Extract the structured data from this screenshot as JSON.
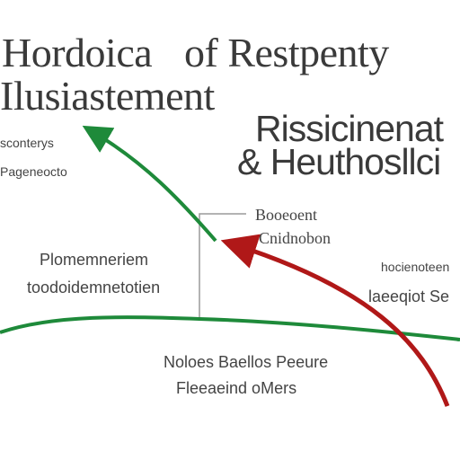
{
  "title": {
    "line1_left": "Hordoica",
    "line1_right": "of Restpenty",
    "line2": "Ilusiastement"
  },
  "subheading": {
    "line1": "Rissicinenat",
    "line2": "& Heuthosllci"
  },
  "labels": {
    "top_left_1": "sconterys",
    "top_left_2": "Pageneocto",
    "mid_left_1": "Plomemneriem",
    "mid_left_2": "toodoidemnetotien",
    "callout_1": "Booeoent",
    "callout_2": "Cnidnobon",
    "right_1": "hocienoteen",
    "right_2": "laeeqiot Se",
    "bottom_1": "Noloes Baellos Peeure",
    "bottom_2": "Fleeaeind oMers"
  },
  "colors": {
    "green_curve": "#1e8a3a",
    "red_curve": "#b01818",
    "connector": "#999999"
  }
}
